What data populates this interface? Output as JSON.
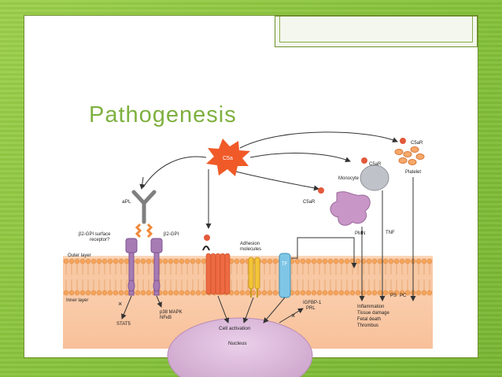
{
  "slide": {
    "title": "Pathogenesis"
  },
  "diagram": {
    "labels": {
      "c5a": "C5a",
      "apl": "aPL",
      "receptor_line1": "β2-GPI surface",
      "receptor_line2": "receptor?",
      "b2gpi": "β2-GPI",
      "outer_layer": "Outer layer",
      "inner_layer": "Inner layer",
      "adhesion_line1": "Adhesion",
      "adhesion_line2": "molecules",
      "tf": "TF",
      "c5ar_top": "C5aR",
      "c5ar_mid": "C5aR",
      "c5ar_left": "C5aR",
      "monocyte": "Monocyte",
      "platelet": "Platelet",
      "pmn": "PMN",
      "tnf": "TNF",
      "ps": "PS",
      "pc": "PC",
      "stat5": "STAT5",
      "p38_line1": "p38 MAPK",
      "p38_line2": "NFκB",
      "igfbp_line1": "IGFBP-1",
      "igfbp_line2": "PRL",
      "cell_activation": "Cell activation",
      "nucleus": "Nucleus",
      "outcome_1": "Inflammation",
      "outcome_2": "Tissue damage",
      "outcome_3": "Fetal death",
      "outcome_4": "Thrombus"
    },
    "colors": {
      "membrane": "#f6a45a",
      "c5a_star": "#f05a28",
      "receptor": "#a77bb4",
      "apl": "#7f7f7f",
      "c5a_channel": "#ee6a43",
      "adhesion": "#f4c437",
      "tf": "#7fc6e6",
      "pmn": "#c996c8",
      "monocyte": "#bfc3c9",
      "platelet": "#f5a86a",
      "nucleus": "#d8b0d6",
      "ligand": "#e2593a"
    }
  }
}
